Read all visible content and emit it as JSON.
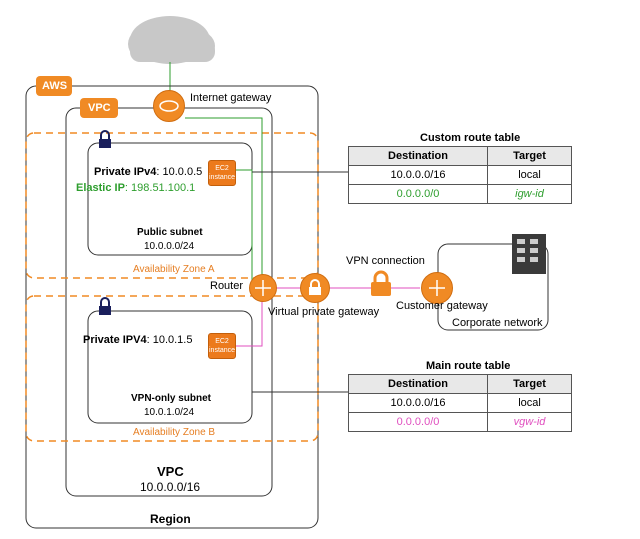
{
  "aws_badge": "AWS",
  "vpc_badge": "VPC",
  "internet_gateway": "Internet gateway",
  "public_subnet": {
    "private_ip_label": "Private IPv4",
    "private_ip": ": 10.0.0.5",
    "elastic_ip_label": "Elastic IP",
    "elastic_ip": ": 198.51.100.1",
    "ec2_line1": "EC2",
    "ec2_line2": "instance",
    "name": "Public subnet",
    "cidr": "10.0.0.0/24"
  },
  "zone_a": "Availability Zone A",
  "zone_b": "Availability Zone B",
  "router": "Router",
  "vpn_connection": "VPN connection",
  "virtual_private_gateway": "Virtual private gateway",
  "customer_gateway": "Customer gateway",
  "corporate_network": "Corporate network",
  "vpn_subnet": {
    "private_ip_label": "Private IPV4",
    "private_ip": ": 10.0.1.5",
    "ec2_line1": "EC2",
    "ec2_line2": "instance",
    "name": "VPN-only subnet",
    "cidr": "10.0.1.0/24"
  },
  "vpc": {
    "label": "VPC",
    "cidr": "10.0.0.0/16"
  },
  "region": "Region",
  "custom_route_table": {
    "title": "Custom route table",
    "headers": [
      "Destination",
      "Target"
    ],
    "rows": [
      [
        "10.0.0.0/16",
        "local"
      ],
      [
        "0.0.0.0/0",
        "igw-id"
      ]
    ]
  },
  "main_route_table": {
    "title": "Main route table",
    "headers": [
      "Destination",
      "Target"
    ],
    "rows": [
      [
        "10.0.0.0/16",
        "local"
      ],
      [
        "0.0.0.0/0",
        "vgw-id"
      ]
    ]
  },
  "colors": {
    "orange": "#f08a24",
    "igw_route": "#2e9e2e",
    "vgw_route": "#e04fbf",
    "dashed_zone": "#f08a24"
  }
}
